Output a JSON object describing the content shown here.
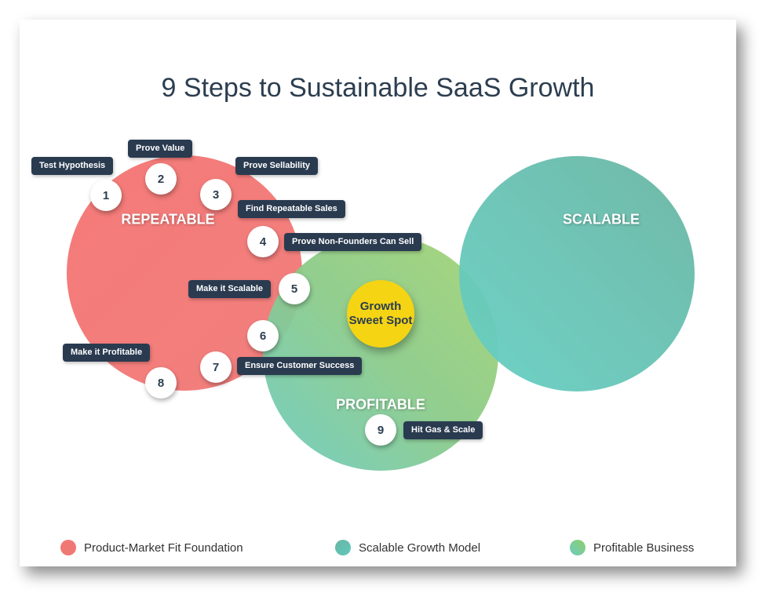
{
  "title": "9 Steps to Sustainable SaaS Growth",
  "circles": {
    "repeatable": {
      "label": "REPEATABLE",
      "color": "#f47a78"
    },
    "profitable": {
      "label": "PROFITABLE",
      "color": "#8ccb8a"
    },
    "scalable": {
      "label": "SCALABLE",
      "color": "#66c3b4"
    }
  },
  "sweet_spot": {
    "line1": "Growth",
    "line2": "Sweet Spot",
    "color": "#f5d414"
  },
  "steps": [
    {
      "number": "1",
      "label": "Test Hypothesis"
    },
    {
      "number": "2",
      "label": "Prove Value"
    },
    {
      "number": "3",
      "label": "Prove Sellability"
    },
    {
      "number": "4",
      "label": "Find Repeatable Sales"
    },
    {
      "number": "5",
      "label": "Prove Non-Founders Can Sell"
    },
    {
      "number": "6",
      "label": "Make it Scalable"
    },
    {
      "number": "7",
      "label": "Ensure Customer Success"
    },
    {
      "number": "8",
      "label": "Make it Profitable"
    },
    {
      "number": "9",
      "label": "Hit Gas & Scale"
    }
  ],
  "legend": [
    {
      "label": "Product-Market Fit Foundation",
      "color": "#f07874"
    },
    {
      "label": "Scalable Growth Model",
      "color": "#5fb8a8"
    },
    {
      "label": "Profitable Business",
      "color": "#7cc77a"
    }
  ]
}
